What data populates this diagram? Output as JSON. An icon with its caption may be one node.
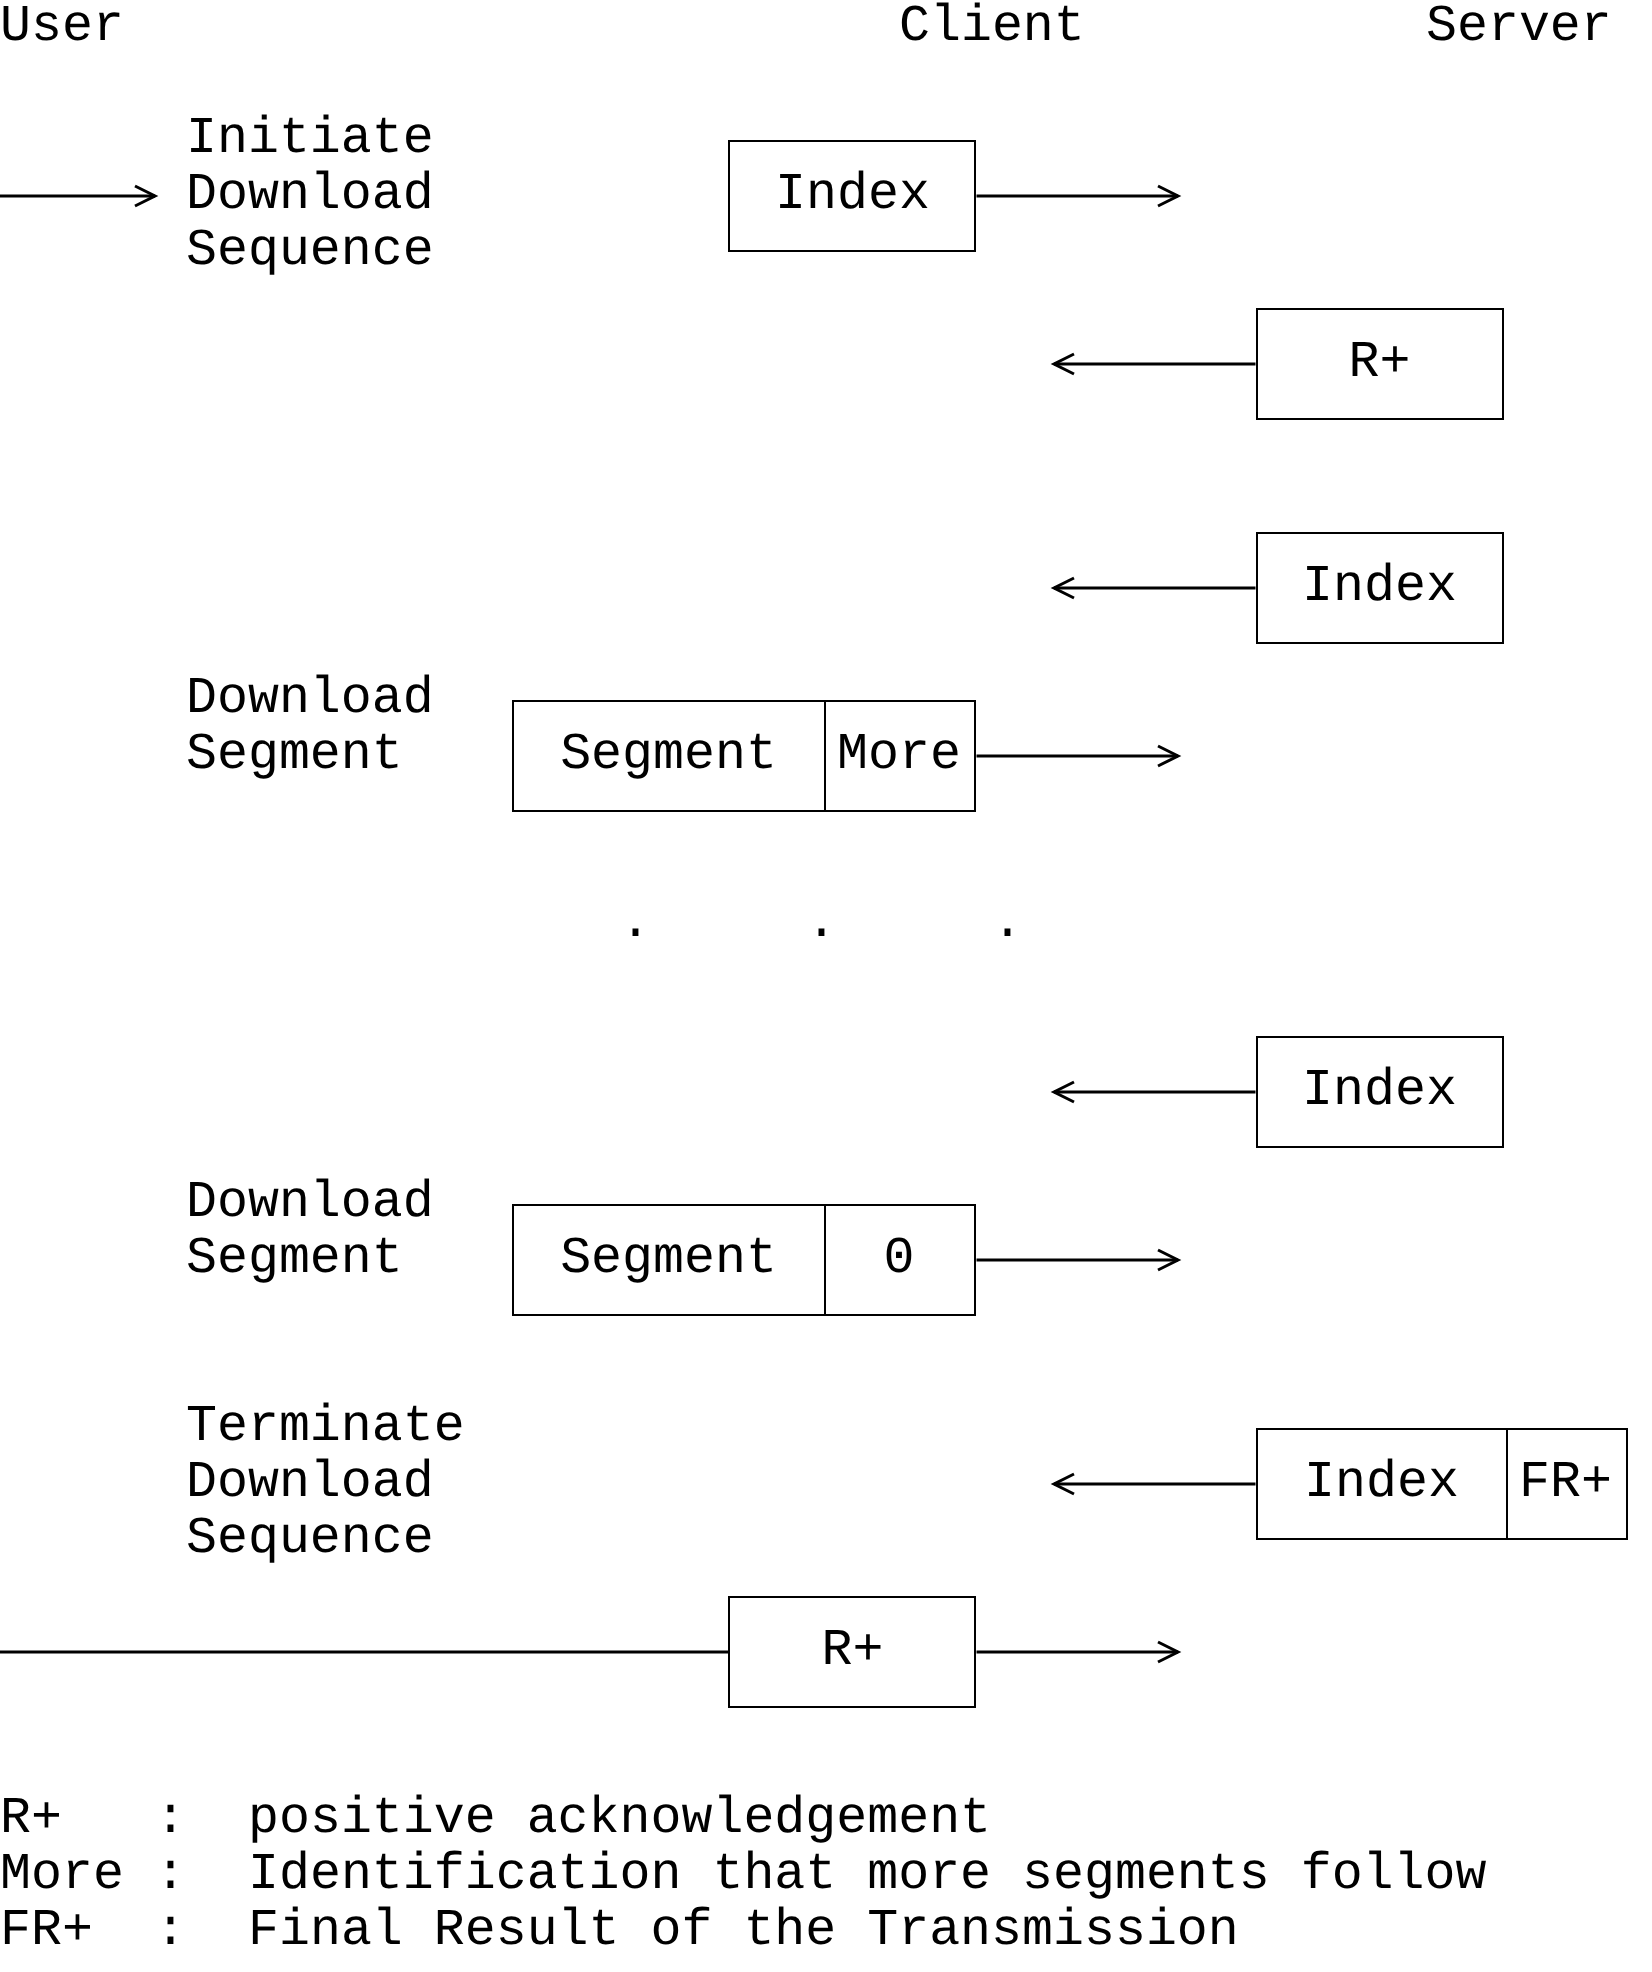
{
  "diagram": {
    "nodes": [
      {
        "text": [
          "Initiate Download Sequence"
        ]
      },
      {
        "text": [
          "Index"
        ]
      },
      {
        "text": [
          "R+"
        ]
      },
      {
        "text": [
          "Index"
        ]
      },
      {
        "text": [
          "Segment",
          "More"
        ]
      },
      {
        "text": [
          "Index"
        ]
      },
      {
        "text": [
          "Segment",
          "0"
        ]
      },
      {
        "text": [
          "Index",
          "FR+"
        ]
      },
      {
        "text": [
          "R+"
        ]
      }
    ],
    "edges": [
      {
        "from": null,
        "to": 0,
        "arrow": "to"
      },
      {
        "from": 1,
        "to": null,
        "arrow": "to"
      },
      {
        "from": 2,
        "to": null,
        "arrow": "to"
      },
      {
        "from": 3,
        "to": null,
        "arrow": "to"
      },
      {
        "from": 4,
        "to": null,
        "arrow": "to"
      },
      {
        "from": 5,
        "to": null,
        "arrow": "to"
      },
      {
        "from": 6,
        "to": null,
        "arrow": "to"
      },
      {
        "from": 7,
        "to": null,
        "arrow": "to"
      },
      {
        "from": null,
        "to": 8,
        "arrow": "none"
      },
      {
        "from": 8,
        "to": null,
        "arrow": "to"
      }
    ],
    "labels": [
      "User",
      "Client",
      "Server",
      "Download Segment",
      ".",
      ".",
      ".",
      "Download Segment",
      "Terminate Download Sequence",
      "R+",
      ":",
      "positive acknowledgement",
      "More",
      ":",
      "Identification that more segments follow",
      "FR+",
      ":",
      "Final Result of the Transmission"
    ]
  }
}
